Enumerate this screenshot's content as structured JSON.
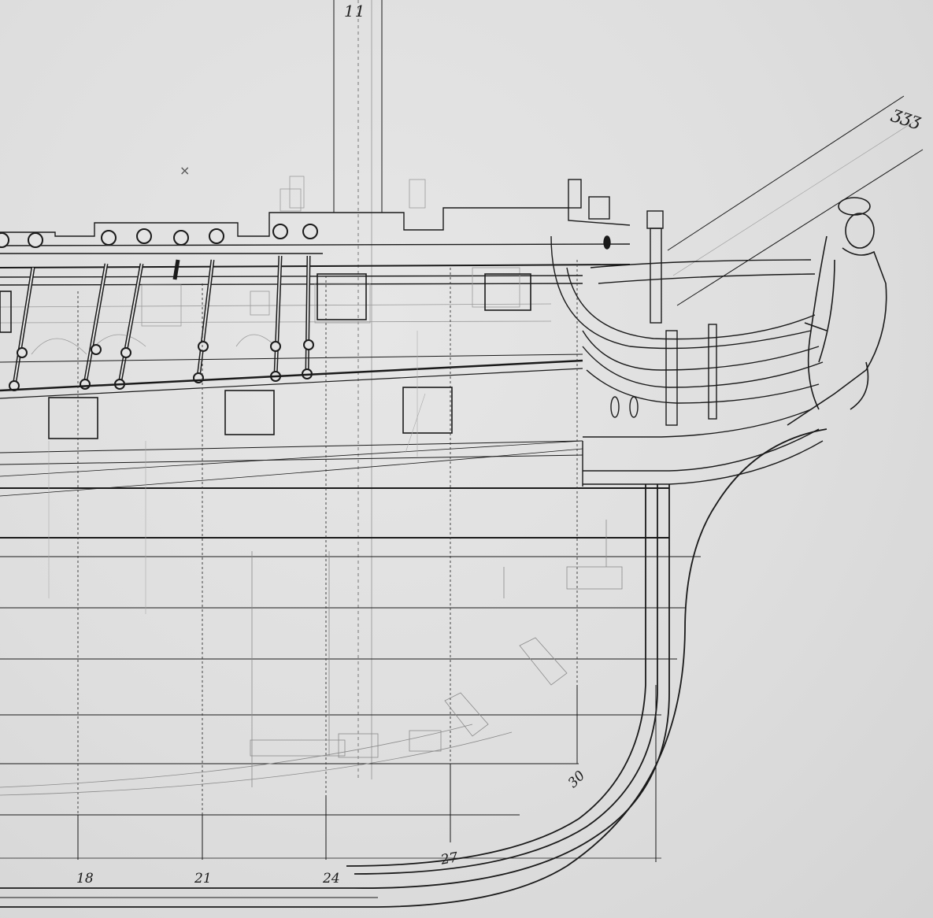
{
  "drawing": {
    "station_numbers": [
      "18",
      "21",
      "24",
      "27",
      "30"
    ],
    "mast_scribble": "11",
    "bowsprit_scribble": "ʒʒʒ",
    "stray_mark": "×"
  },
  "colors": {
    "paper": "#dcdcdc",
    "ink": "#1a1a1a",
    "faint_ink": "#8a8a8a"
  }
}
